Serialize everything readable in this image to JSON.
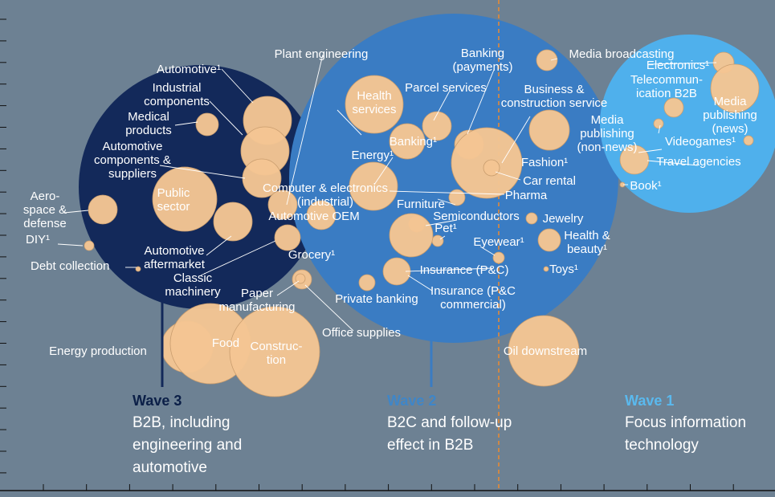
{
  "colors": {
    "background": "#6d8193",
    "wave3": "#13295a",
    "wave2": "#3a7cc3",
    "wave1": "#4fb0ec",
    "bubble": "#f4c593",
    "bubble_outline": "#c99d6e",
    "label": "#ffffff",
    "divider": "#ee8a2e",
    "wave3_heading": "#0b1f47",
    "wave2_heading": "#3f86c8",
    "wave1_heading": "#5ab9ee"
  },
  "waves": [
    {
      "heading": "Wave 3",
      "lines": [
        "B2B, including",
        "engineering and",
        "automotive"
      ]
    },
    {
      "heading": "Wave 2",
      "lines": [
        "B2C and follow-up",
        "effect in B2B"
      ]
    },
    {
      "heading": "Wave 1",
      "lines": [
        "Focus information",
        "technology"
      ]
    }
  ],
  "labels": [
    {
      "name": "label-automotive",
      "lines": [
        "Automotive¹"
      ]
    },
    {
      "name": "label-industrial-components",
      "lines": [
        "Industrial",
        "components"
      ]
    },
    {
      "name": "label-medical-products",
      "lines": [
        "Medical",
        "products"
      ]
    },
    {
      "name": "label-automotive-components",
      "lines": [
        "Automotive",
        "components &",
        "suppliers"
      ]
    },
    {
      "name": "label-public-sector",
      "lines": [
        "Public",
        "sector"
      ]
    },
    {
      "name": "label-aerospace-defense",
      "lines": [
        "Aero-",
        "space &",
        "defense"
      ]
    },
    {
      "name": "label-diy",
      "lines": [
        "DIY¹"
      ]
    },
    {
      "name": "label-debt-collection",
      "lines": [
        "Debt collection"
      ]
    },
    {
      "name": "label-automotive-aftermarket",
      "lines": [
        "Automotive",
        "aftermarket"
      ]
    },
    {
      "name": "label-classic-machinery",
      "lines": [
        "Classic",
        "machinery"
      ]
    },
    {
      "name": "label-plant-engineering",
      "lines": [
        "Plant engineering"
      ]
    },
    {
      "name": "label-computer-electronics",
      "lines": [
        "Computer & electronics",
        "(industrial)"
      ]
    },
    {
      "name": "label-automotive-oem",
      "lines": [
        "Automotive OEM"
      ]
    },
    {
      "name": "label-grocery",
      "lines": [
        "Grocery¹"
      ]
    },
    {
      "name": "label-paper-manufacturing",
      "lines": [
        "Paper",
        "manufacturing"
      ]
    },
    {
      "name": "label-office-supplies",
      "lines": [
        "Office supplies"
      ]
    },
    {
      "name": "label-energy-production",
      "lines": [
        "Energy production"
      ]
    },
    {
      "name": "label-food",
      "lines": [
        "Food"
      ]
    },
    {
      "name": "label-construction",
      "lines": [
        "Construc-",
        "tion"
      ]
    },
    {
      "name": "label-health-services",
      "lines": [
        "Health",
        "services"
      ]
    },
    {
      "name": "label-parcel-services",
      "lines": [
        "Parcel services"
      ]
    },
    {
      "name": "label-banking-payments",
      "lines": [
        "Banking",
        "(payments)"
      ]
    },
    {
      "name": "label-business-construction",
      "lines": [
        "Business &",
        "construction service"
      ]
    },
    {
      "name": "label-banking",
      "lines": [
        "Banking¹"
      ]
    },
    {
      "name": "label-energy",
      "lines": [
        "Energy¹"
      ]
    },
    {
      "name": "label-fashion",
      "lines": [
        "Fashion¹"
      ]
    },
    {
      "name": "label-car-rental",
      "lines": [
        "Car rental"
      ]
    },
    {
      "name": "label-pharma",
      "lines": [
        "Pharma"
      ]
    },
    {
      "name": "label-furniture",
      "lines": [
        "Furniture"
      ]
    },
    {
      "name": "label-semiconductors",
      "lines": [
        "Semiconductors"
      ]
    },
    {
      "name": "label-pet",
      "lines": [
        "Pet¹"
      ]
    },
    {
      "name": "label-jewelry",
      "lines": [
        "Jewelry"
      ]
    },
    {
      "name": "label-eyewear",
      "lines": [
        "Eyewear¹"
      ]
    },
    {
      "name": "label-health-beauty",
      "lines": [
        "Health &",
        "beauty¹"
      ]
    },
    {
      "name": "label-insurance-pc",
      "lines": [
        "Insurance (P&C)"
      ]
    },
    {
      "name": "label-toys",
      "lines": [
        "Toys¹"
      ]
    },
    {
      "name": "label-insurance-pc-commercial",
      "lines": [
        "Insurance (P&C",
        "commercial)"
      ]
    },
    {
      "name": "label-private-banking",
      "lines": [
        "Private banking"
      ]
    },
    {
      "name": "label-oil-downstream",
      "lines": [
        "Oil downstream"
      ]
    },
    {
      "name": "label-media-broadcasting",
      "lines": [
        "Media broadcasting"
      ]
    },
    {
      "name": "label-electronics",
      "lines": [
        "Electronics¹"
      ]
    },
    {
      "name": "label-telecommunication",
      "lines": [
        "Telecommun-",
        "ication B2B"
      ]
    },
    {
      "name": "label-media-publishing-news",
      "lines": [
        "Media",
        "publishing",
        "(news)"
      ]
    },
    {
      "name": "label-media-publishing-non-news",
      "lines": [
        "Media",
        "publishing",
        "(non-news)"
      ]
    },
    {
      "name": "label-videogames",
      "lines": [
        "Videogames¹"
      ]
    },
    {
      "name": "label-travel-agencies",
      "lines": [
        "Travel agencies"
      ]
    },
    {
      "name": "label-book",
      "lines": [
        "Book¹"
      ]
    }
  ]
}
